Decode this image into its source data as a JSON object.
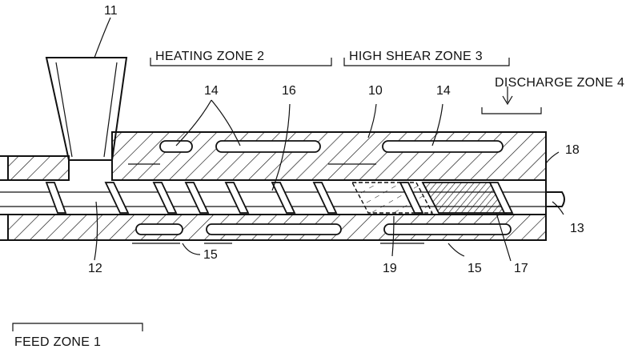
{
  "zones": {
    "feed": "FEED ZONE 1",
    "heating": "HEATING ZONE 2",
    "shear": "HIGH SHEAR ZONE 3",
    "discharge": "DISCHARGE ZONE 4"
  },
  "refs": {
    "r10": "10",
    "r11": "11",
    "r12": "12",
    "r13": "13",
    "r14a": "14",
    "r14b": "14",
    "r15a": "15",
    "r15b": "15",
    "r16": "16",
    "r17": "17",
    "r18": "18",
    "r19": "19"
  }
}
